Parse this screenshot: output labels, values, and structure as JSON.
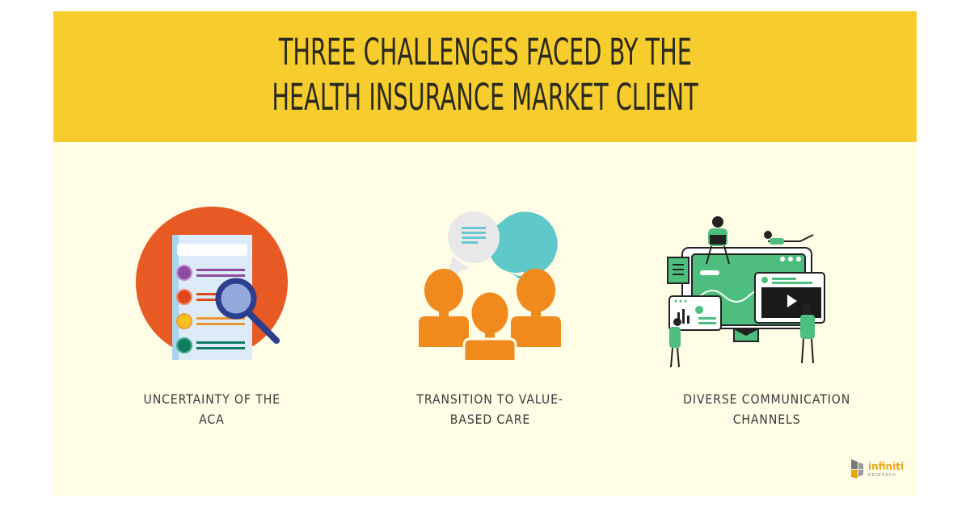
{
  "header": {
    "title_line1": "THREE CHALLENGES FACED BY THE",
    "title_line2": "HEALTH INSURANCE MARKET CLIENT"
  },
  "items": [
    {
      "icon": "document-magnifier-icon",
      "label_line1": "UNCERTAINTY OF THE",
      "label_line2": "ACA"
    },
    {
      "icon": "people-conversation-icon",
      "label_line1": "TRANSITION TO VALUE-",
      "label_line2": "BASED CARE"
    },
    {
      "icon": "digital-channels-icon",
      "label_line1": "DIVERSE COMMUNICATION",
      "label_line2": "CHANNELS"
    }
  ],
  "logo": {
    "name": "infiniti",
    "sub": "RESEARCH"
  },
  "colors": {
    "header_bg": "#F7CD2E",
    "body_bg": "#FFFDE6",
    "circle": "#E85A24",
    "people": "#F08A1C",
    "bubble_teal": "#5FC8C8",
    "green": "#4DBE7E"
  }
}
